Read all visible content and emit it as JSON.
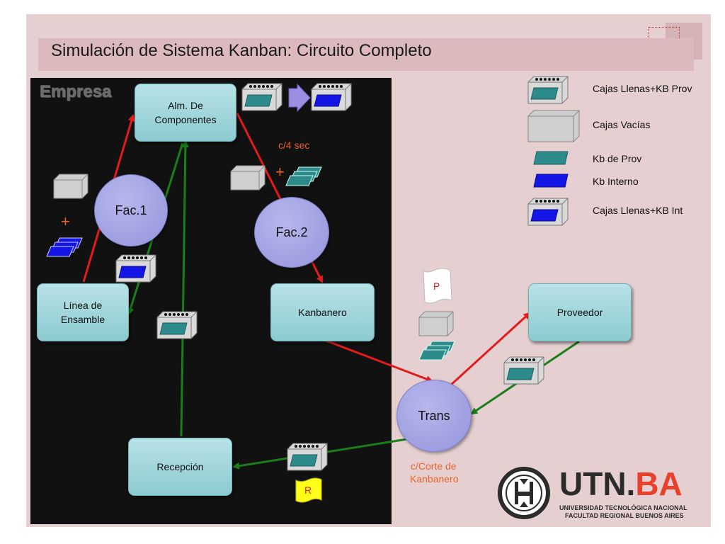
{
  "title": "Simulación de Sistema Kanban: Circuito Completo",
  "empresa_label": "Empresa",
  "nodes": {
    "alm": "Alm. De\nComponentes",
    "linea": "Línea de\nEnsamble",
    "kanbanero": "Kanbanero",
    "recepcion": "Recepción",
    "proveedor": "Proveedor"
  },
  "circles": {
    "fac1": "Fac.1",
    "fac2": "Fac.2",
    "trans": "Trans"
  },
  "annotations": {
    "c4sec": "c/4 sec",
    "plus1": "+",
    "plus2": "+",
    "corte_line1": "c/Corte de",
    "corte_line2": "Kanbanero",
    "tag_p": "P",
    "tag_r": "R"
  },
  "legend": {
    "cajas_llenas_kb_prov": "Cajas Llenas+KB Prov",
    "cajas_vacias": "Cajas Vacías",
    "kb_de_prov": "Kb de Prov",
    "kb_interno": "Kb Interno",
    "cajas_llenas_kb_int": "Cajas Llenas+KB Int"
  },
  "logo": {
    "brand_a": "UTN",
    "brand_dot": ".",
    "brand_b": "BA",
    "line1": "UNIVERSIDAD TECNOLÓGICA NACIONAL",
    "line2": "FACULTAD REGIONAL BUENOS AIRES"
  },
  "colors": {
    "red_arrow": "#e31b1b",
    "green_arrow": "#1a7f1a",
    "teal_card": "#2e8b8b",
    "blue_card": "#1515e6",
    "accent_orange": "#e8642a"
  }
}
